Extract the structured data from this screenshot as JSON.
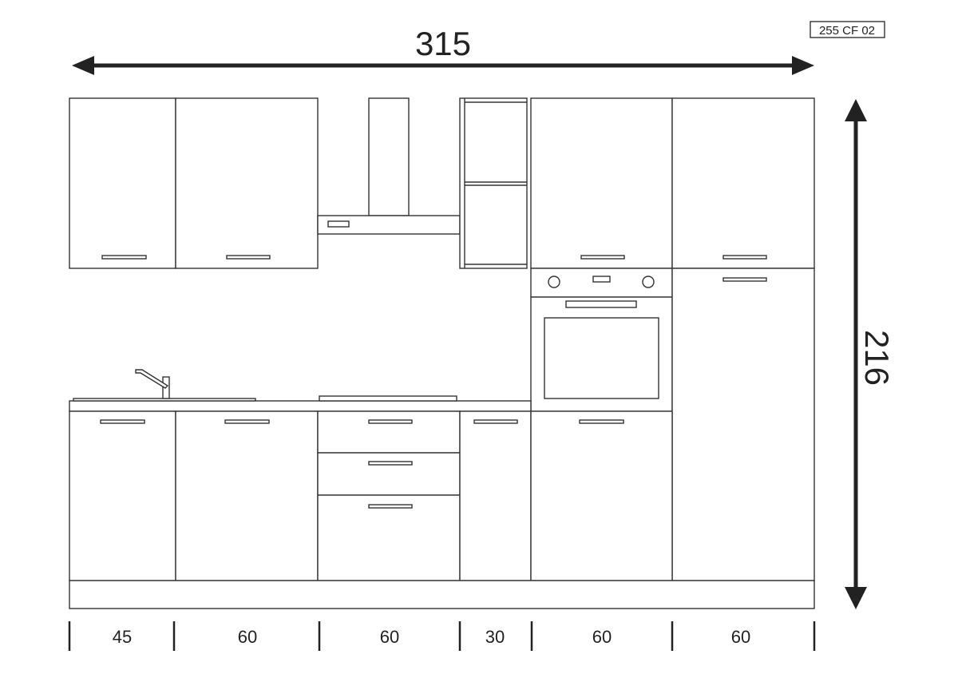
{
  "drawing": {
    "code_label": "255 CF 02",
    "total_width": "315",
    "total_height": "216",
    "module_widths": [
      "45",
      "60",
      "60",
      "30",
      "60",
      "60"
    ],
    "line_color": "#333333",
    "background": "#ffffff"
  }
}
